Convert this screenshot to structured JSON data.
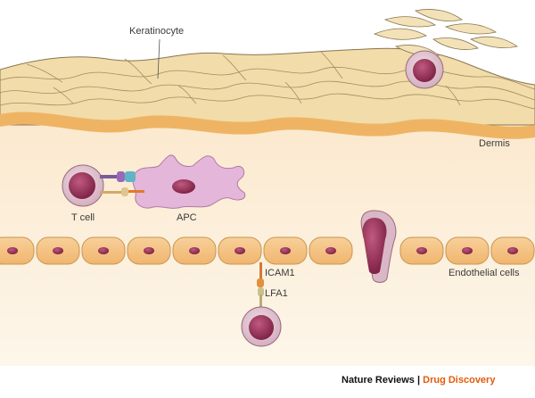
{
  "labels": {
    "keratinocyte": "Keratinocyte",
    "dermis": "Dermis",
    "t_cell": "T cell",
    "apc": "APC",
    "icam1": "ICAM1",
    "lfa1": "LFA1",
    "endothelial_cells": "Endothelial cells"
  },
  "credit": {
    "journal": "Nature Reviews",
    "separator": " | ",
    "section": "Drug Discovery"
  },
  "colors": {
    "epidermis": "#f1dcaa",
    "keratinocyte_outline": "#8a7650",
    "basement_band": "#efb463",
    "dermis_background": "#fdf3e3",
    "cell_body": "#d9b7c6",
    "cell_nucleus": "#8c2a4e",
    "apc_body": "#e4b6da",
    "endothelial_cell": "#f6c589",
    "endothelial_outline": "#c79550",
    "credit_accent": "#e05a0a"
  }
}
